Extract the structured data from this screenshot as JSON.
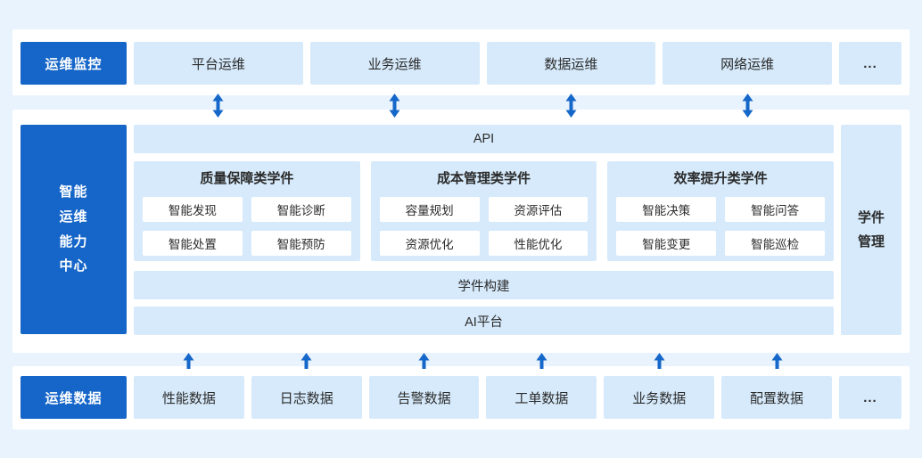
{
  "colors": {
    "page_bg": "#E9F3FD",
    "panel_bg": "#FFFFFF",
    "primary_blue": "#1666C9",
    "light_blue": "#D6EAFB",
    "arrow_blue": "#1567C9",
    "text_dark": "#2B2B2B",
    "text_light": "#FFFFFF"
  },
  "icons": {
    "vertical_double_arrow": "↕",
    "up_arrow": "↑"
  },
  "top_row": {
    "header": "运维监控",
    "items": [
      "平台运维",
      "业务运维",
      "数据运维",
      "网络运维"
    ],
    "more": "..."
  },
  "center": {
    "header": "智能\n运维\n能力\n中心",
    "api_bar": "API",
    "categories": [
      {
        "title": "质量保障类学件",
        "items": [
          "智能发现",
          "智能诊断",
          "智能处置",
          "智能预防"
        ]
      },
      {
        "title": "成本管理类学件",
        "items": [
          "容量规划",
          "资源评估",
          "资源优化",
          "性能优化"
        ]
      },
      {
        "title": "效率提升类学件",
        "items": [
          "智能决策",
          "智能问答",
          "智能变更",
          "智能巡检"
        ]
      }
    ],
    "build_bar": "学件构建",
    "ai_bar": "AI平台",
    "side_panel": "学件\n管理"
  },
  "bottom_row": {
    "header": "运维数据",
    "items": [
      "性能数据",
      "日志数据",
      "告警数据",
      "工单数据",
      "业务数据",
      "配置数据"
    ],
    "more": "..."
  }
}
